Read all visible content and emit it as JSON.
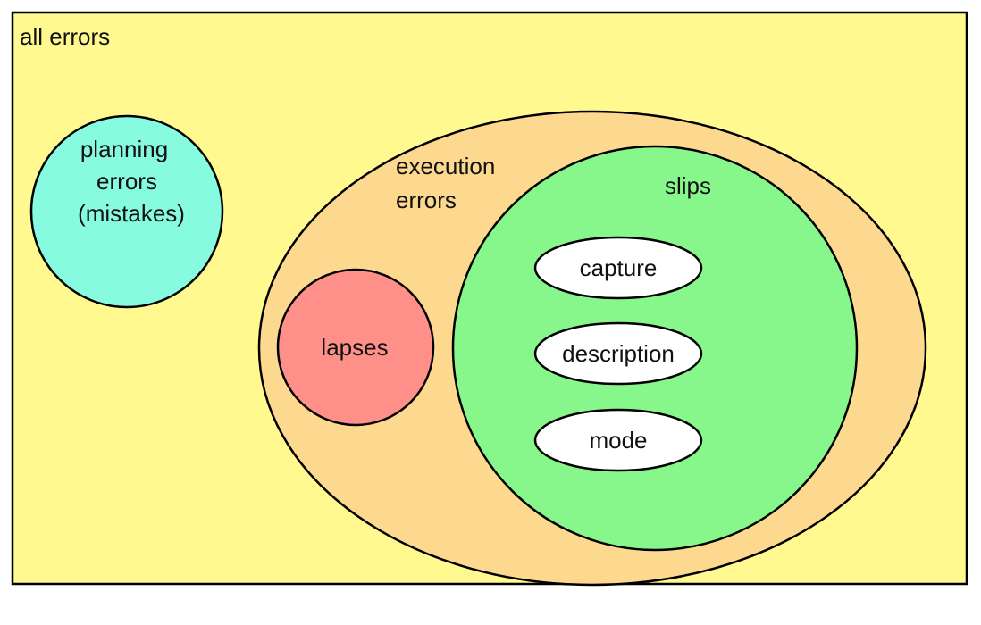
{
  "diagram": {
    "colors": {
      "all_errors_fill": "#fff98f",
      "execution_fill": "#fdd88f",
      "planning_fill": "#86fbdf",
      "lapses_fill": "#fe9089",
      "slips_fill": "#87f78b",
      "slip_type_fill": "#ffffff",
      "stroke": "#000000"
    },
    "all_errors": {
      "label": "all errors"
    },
    "planning": {
      "line1": "planning",
      "line2": "errors",
      "line3": "(mistakes)"
    },
    "execution": {
      "line1": "execution",
      "line2": "errors"
    },
    "lapses": {
      "label": "lapses"
    },
    "slips": {
      "label": "slips",
      "types": [
        {
          "label": "capture"
        },
        {
          "label": "description"
        },
        {
          "label": "mode"
        }
      ]
    }
  }
}
